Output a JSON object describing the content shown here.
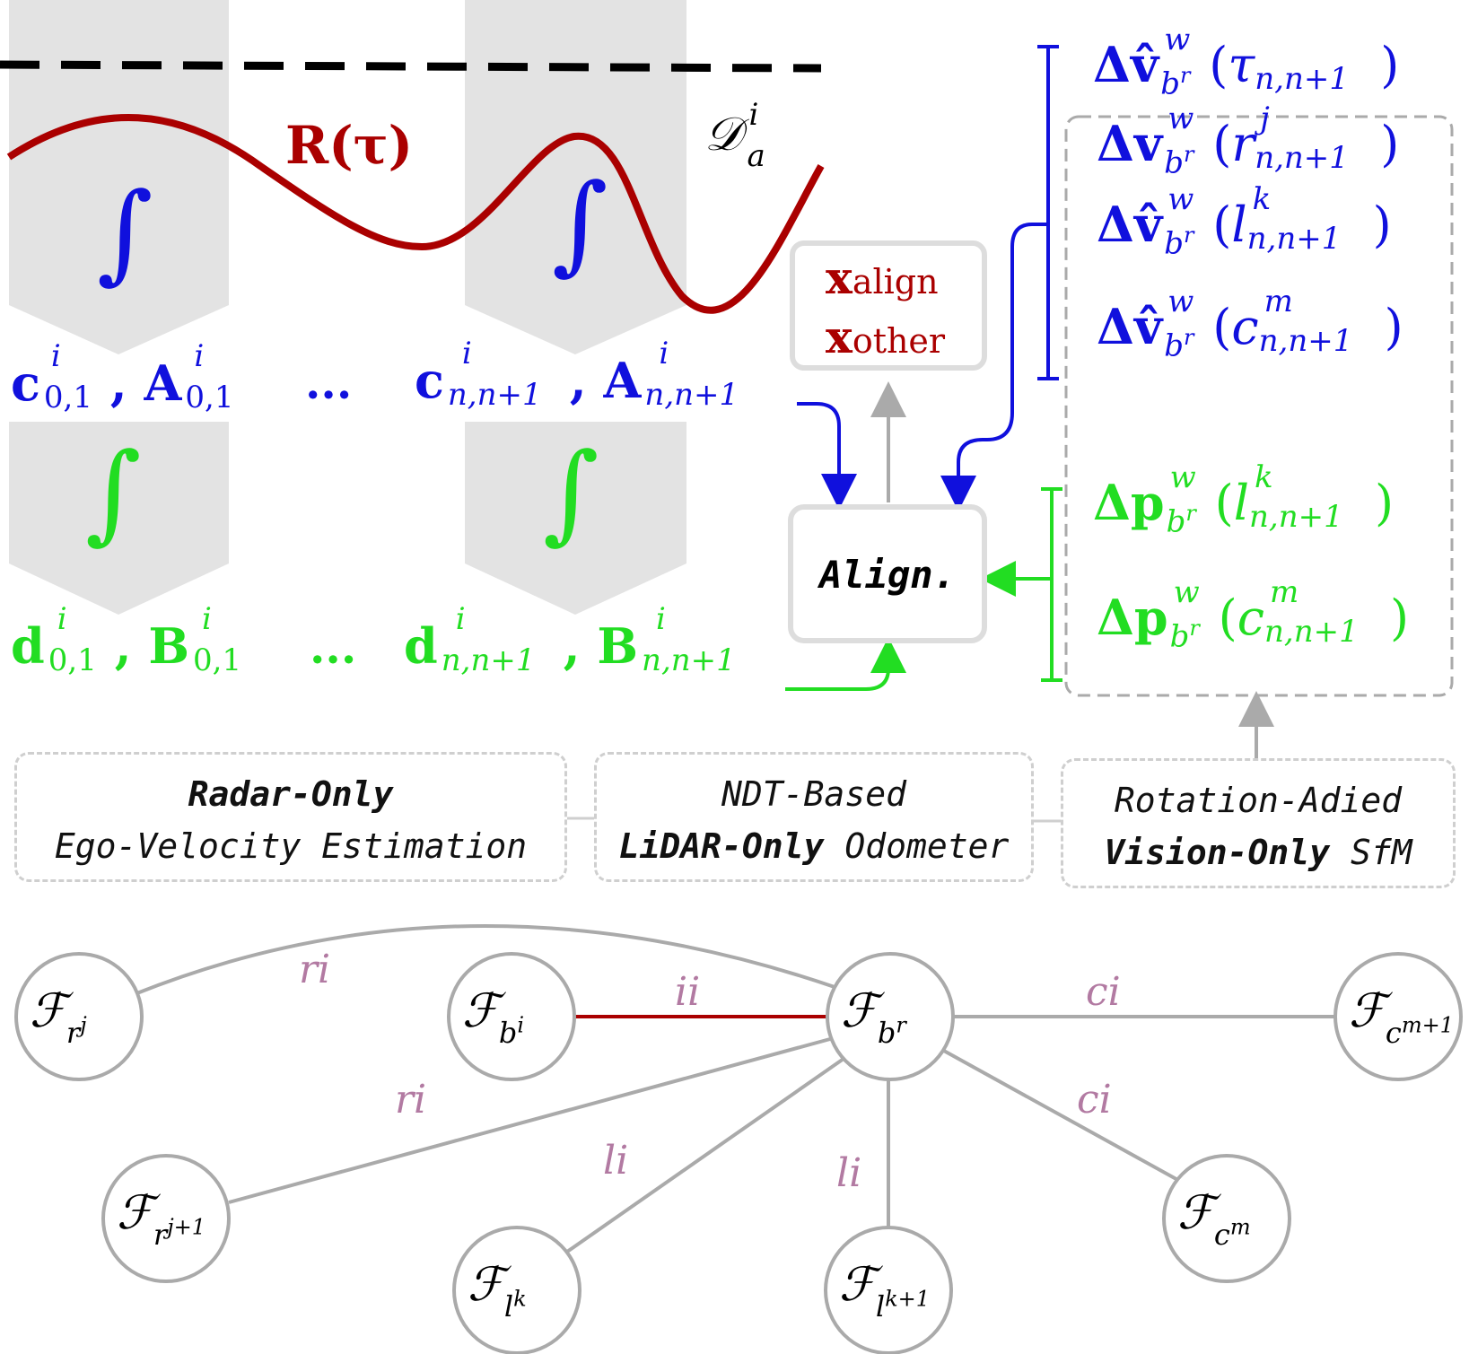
{
  "integrand": "∫",
  "curve_label": "R(τ)",
  "data_label": {
    "base": "𝒟",
    "sup": "i",
    "sub": "a"
  },
  "ellipsis": "···",
  "blue_terms": {
    "first": {
      "c": "c",
      "A": "A",
      "sup": "i",
      "sub": "0,1"
    },
    "last": {
      "c": "c",
      "A": "A",
      "sup": "i",
      "sub": "n,n+1"
    }
  },
  "green_terms": {
    "first": {
      "d": "d",
      "B": "B",
      "sup": "i",
      "sub": "0,1"
    },
    "last": {
      "d": "d",
      "B": "B",
      "sup": "i",
      "sub": "n,n+1"
    }
  },
  "state_box": {
    "align": {
      "base": "x",
      "sub": "align"
    },
    "other": {
      "base": "x",
      "sub": "other"
    }
  },
  "align_box": {
    "label": "Align."
  },
  "velocity_terms": [
    {
      "base": "Δv̂",
      "sup": "w",
      "sub": "b",
      "subsup": "r",
      "arg": "τ",
      "argsup": "",
      "argsub": "n,n+1"
    },
    {
      "base": "Δv",
      "sup": "w",
      "sub": "b",
      "subsup": "r",
      "arg": "r",
      "argsup": "j",
      "argsub": "n,n+1"
    },
    {
      "base": "Δv̂",
      "sup": "w",
      "sub": "b",
      "subsup": "r",
      "arg": "l",
      "argsup": "k",
      "argsub": "n,n+1"
    },
    {
      "base": "Δv̂",
      "sup": "w",
      "sub": "b",
      "subsup": "r",
      "arg": "c",
      "argsup": "m",
      "argsub": "n,n+1"
    }
  ],
  "position_terms": [
    {
      "base": "Δp",
      "sup": "w",
      "sub": "b",
      "subsup": "r",
      "arg": "l",
      "argsup": "k",
      "argsub": "n,n+1"
    },
    {
      "base": "Δp",
      "sup": "w",
      "sub": "b",
      "subsup": "r",
      "arg": "c",
      "argsup": "m",
      "argsub": "n,n+1"
    }
  ],
  "modules": [
    {
      "line1": "Radar-Only",
      "line2": "Ego-Velocity Estimation",
      "bold_line": 1
    },
    {
      "line1": "NDT-Based",
      "line2_bold": "LiDAR-Only",
      "line2_rest": " Odometer",
      "bold_line": 2
    },
    {
      "line1": "Rotation-Adied",
      "line2_bold": "Vision-Only",
      "line2_rest": " SfM",
      "bold_line": 2
    }
  ],
  "graph_nodes": [
    {
      "id": "r_j",
      "base": "ℱ",
      "sub": "r",
      "subsup": "j"
    },
    {
      "id": "b_i",
      "base": "ℱ",
      "sub": "b",
      "subsup": "i"
    },
    {
      "id": "b_r",
      "base": "ℱ",
      "sub": "b",
      "subsup": "r"
    },
    {
      "id": "c_m1",
      "base": "ℱ",
      "sub": "c",
      "subsup": "m+1"
    },
    {
      "id": "r_j1",
      "base": "ℱ",
      "sub": "r",
      "subsup": "j+1"
    },
    {
      "id": "l_k",
      "base": "ℱ",
      "sub": "l",
      "subsup": "k"
    },
    {
      "id": "l_k1",
      "base": "ℱ",
      "sub": "l",
      "subsup": "k+1"
    },
    {
      "id": "c_m",
      "base": "ℱ",
      "sub": "c",
      "subsup": "m"
    }
  ],
  "graph_edges": [
    {
      "from": "r_j",
      "to": "b_r",
      "label": "ri"
    },
    {
      "from": "b_i",
      "to": "b_r",
      "label": "ii"
    },
    {
      "from": "b_r",
      "to": "c_m1",
      "label": "ci"
    },
    {
      "from": "r_j1",
      "to": "b_r",
      "label": "ri"
    },
    {
      "from": "l_k",
      "to": "b_r",
      "label": "li"
    },
    {
      "from": "l_k1",
      "to": "b_r",
      "label": "li"
    },
    {
      "from": "c_m",
      "to": "b_r",
      "label": "ci"
    }
  ],
  "colors": {
    "blue": "#1010dd",
    "green": "#22dd22",
    "red": "#aa0000",
    "gray": "#aaaaaa",
    "edge_label": "#b27aa2",
    "chevron": "#e3e3e3"
  }
}
